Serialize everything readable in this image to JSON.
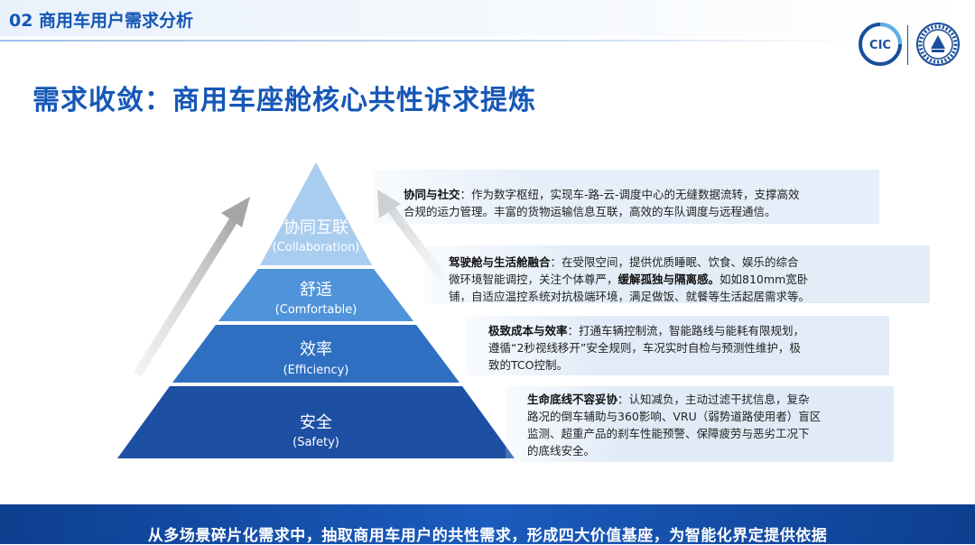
{
  "header": {
    "section_label": "02 商用车用户需求分析",
    "logo_left_text": "CIC",
    "logo_right_icon": "university-seal-icon"
  },
  "headline": "需求收敛：商用车座舱核心共性诉求提炼",
  "pyramid": {
    "tiers": [
      {
        "cn": "协同互联",
        "en": "(Collaboration)",
        "color": "#a9cdee"
      },
      {
        "cn": "舒适",
        "en": "(Comfortable)",
        "color": "#4f94db"
      },
      {
        "cn": "效率",
        "en": "(Efficiency)",
        "color": "#2f6fc2"
      },
      {
        "cn": "安全",
        "en": "(Safety)",
        "color": "#1d4fa3"
      }
    ]
  },
  "descriptions": [
    {
      "bold": "协同与社交",
      "lines": [
        "：作为数字枢纽，实现车-路-云-调度中心的无缝数据流转，支撑高效",
        "合规的运力管理。丰富的货物运输信息互联，高效的车队调度与远程通信。"
      ]
    },
    {
      "bold": "驾驶舱与生活舱融合",
      "line1": "：在受限空间，提供优质睡眠、饮食、娱乐的综合",
      "line2_pre": "微环境智能调控，关注个体尊严，",
      "line2_bold": "缓解孤独与隔离感。",
      "line2_post": "如如810mm宽卧",
      "line3": "铺，自适应温控系统对抗极端环境，满足做饭、就餐等生活起居需求等。"
    },
    {
      "bold": "极致成本与效率",
      "lines": [
        "：打通车辆控制流，智能路线与能耗有限规划，",
        "遵循“2秒视线移开”安全规则，车况实时自检与预测性维护，极",
        "致的TCO控制。"
      ]
    },
    {
      "bold": "生命底线不容妥协",
      "lines": [
        "：认知减负，主动过滤干扰信息，复杂",
        "路况的倒车辅助与360影响、VRU（弱势道路使用者）盲区",
        "监测、超重产品的刹车性能预警、保障疲劳与恶劣工况下",
        "的底线安全。"
      ]
    }
  ],
  "footer": "从多场景碎片化需求中，抽取商用车用户的共性需求，形成四大价值基座，为智能化界定提供依据"
}
